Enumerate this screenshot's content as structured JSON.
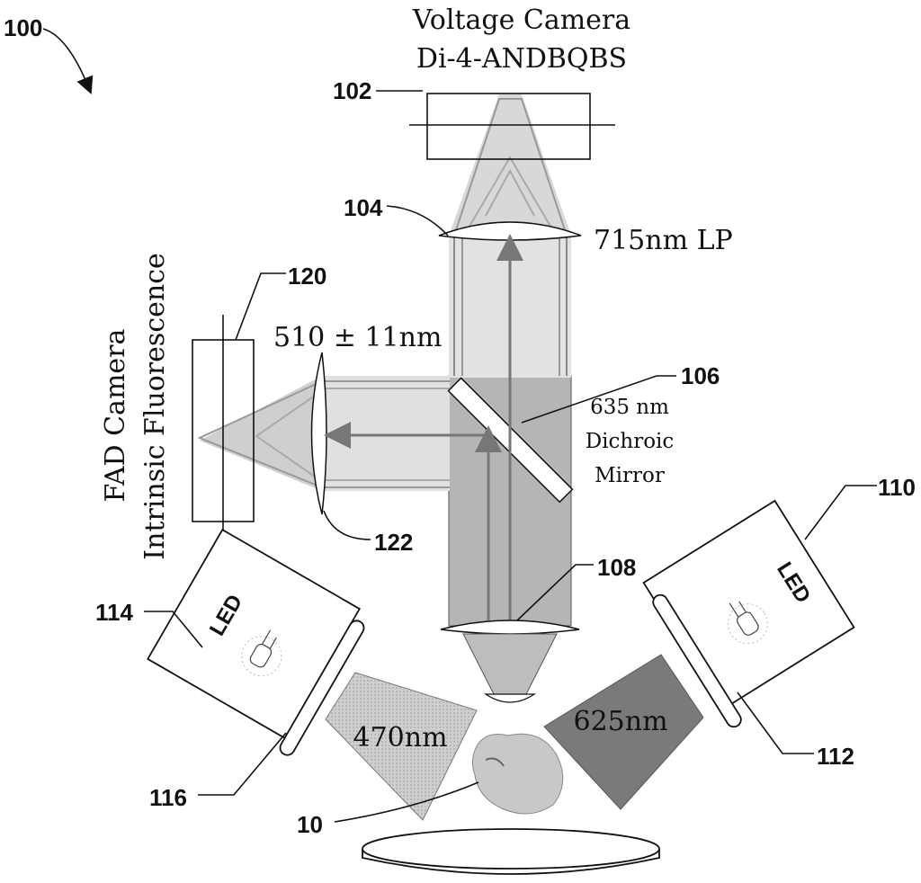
{
  "labels": {
    "title_line1": "Voltage Camera",
    "title_line2": "Di-4-ANDBQBS",
    "filter_715": "715nm LP",
    "filter_510": "510 ± 11nm",
    "fad_line1": "FAD Camera",
    "fad_line2": "Intrinsic Fluorescence",
    "dichroic_line1": "635 nm",
    "dichroic_line2": "Dichroic",
    "dichroic_line3": "Mirror",
    "excite_470": "470nm",
    "excite_625": "625nm",
    "led": "LED"
  },
  "refs": {
    "r100": "100",
    "r102": "102",
    "r104": "104",
    "r106": "106",
    "r108": "108",
    "r110": "110",
    "r112": "112",
    "r114": "114",
    "r116": "116",
    "r120": "120",
    "r122": "122",
    "r10": "10"
  },
  "colors": {
    "tube": "#b8b8b8",
    "beam": "#d0d0d0",
    "blue_cone": "#c4c4c4",
    "red_cone": "#7a7a7a",
    "line": "#111111"
  }
}
